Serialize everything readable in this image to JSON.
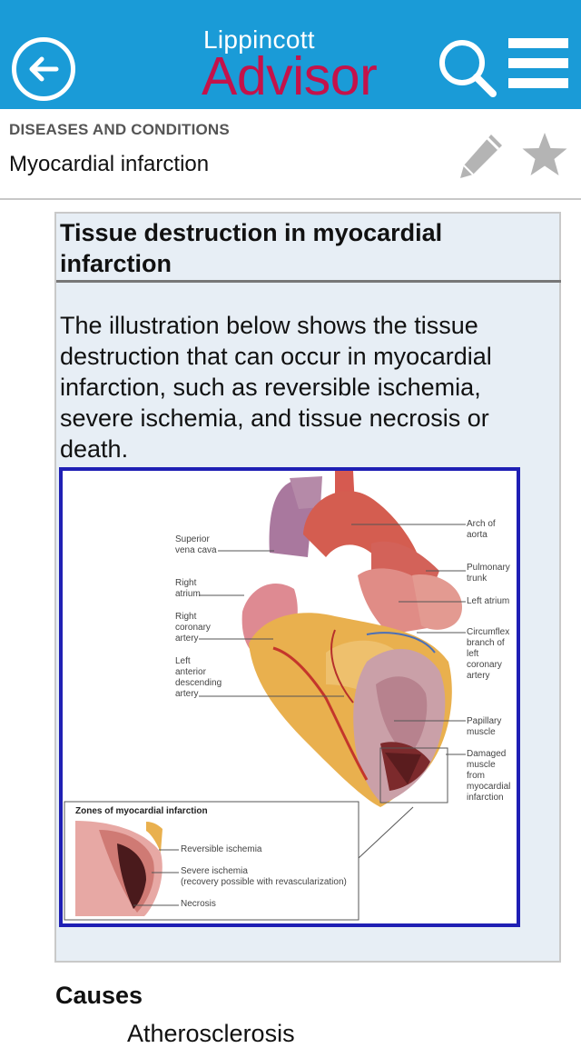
{
  "header": {
    "brand_top": "Lippincott",
    "brand_main": "Advisor",
    "bar_color": "#1a9bd7",
    "brand_color": "#c4124a",
    "icons": [
      "back-arrow-icon",
      "search-icon",
      "menu-icon"
    ]
  },
  "section": {
    "category": "DISEASES AND CONDITIONS",
    "title": "Myocardial infarction",
    "icons": [
      "pencil-icon",
      "star-icon"
    ]
  },
  "card": {
    "title": "Tissue destruction in myocardial infarction",
    "body": "The illustration below shows the tissue destruction that can occur in myocardial infarction, such as reversible ischemia, severe ischemia, and tissue necrosis or death.",
    "figure": {
      "labels": {
        "svc": "Superior\nvena cava",
        "ra": "Right\natrium",
        "rca": "Right\ncoronary\nartery",
        "lad": "Left\nanterior\ndescending\nartery",
        "aorta": "Arch of\naorta",
        "pulm": "Pulmonary\ntrunk",
        "la": "Left atrium",
        "circ": "Circumflex\nbranch of\nleft\ncoronary\nartery",
        "pap": "Papillary\nmuscle",
        "dmg": "Damaged\nmuscle\nfrom\nmyocardial\ninfarction"
      },
      "inset": {
        "title": "Zones of myocardial infarction",
        "reversible": "Reversible ischemia",
        "severe": "Severe ischemia",
        "severe_note": "(recovery possible with revascularization)",
        "necrosis": "Necrosis"
      }
    }
  },
  "causes": {
    "heading": "Causes",
    "items": [
      "Atherosclerosis"
    ]
  }
}
